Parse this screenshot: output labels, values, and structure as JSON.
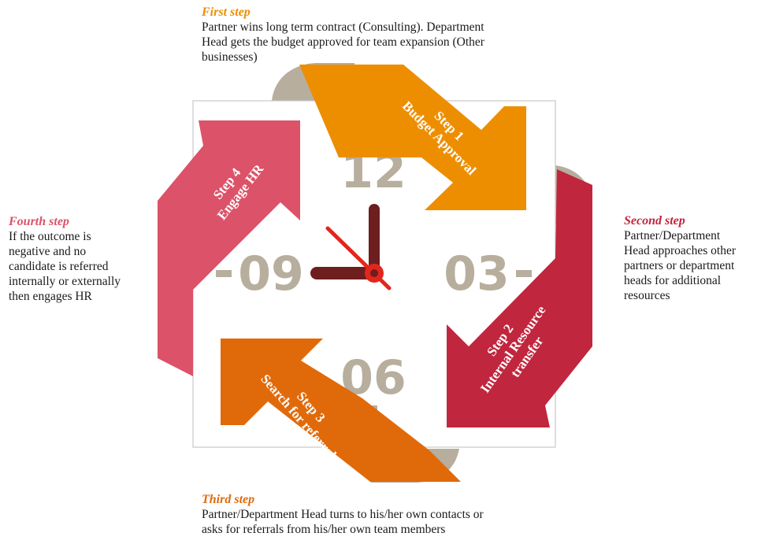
{
  "colors": {
    "step1": "#ed8e00",
    "step2": "#c0263d",
    "step3": "#e06a0a",
    "step4": "#dc5269",
    "ribbon": "#b7ae9d",
    "clock_hands": "#6e1e1e",
    "clock_second": "#e3261b"
  },
  "clock": {
    "n12": "12",
    "n03": "03",
    "n06": "06",
    "n09": "09"
  },
  "arrows": [
    {
      "line1": "Step 1",
      "line2": "Budget Approval",
      "icon": "arrow-down-right"
    },
    {
      "line1": "Step 2",
      "line2": "Internal Resource",
      "line3": "transfer",
      "icon": "arrow-down-left"
    },
    {
      "line1": "Step 3",
      "line2": "Search for referrals",
      "icon": "arrow-up-left"
    },
    {
      "line1": "Step 4",
      "line2": "Engage HR",
      "icon": "arrow-up-right"
    }
  ],
  "descriptions": {
    "first": {
      "title": "First step",
      "lines": [
        "Partner wins long term contract (Consulting). Department",
        "Head gets the budget approved for team expansion (Other",
        "businesses)"
      ]
    },
    "second": {
      "title": "Second step",
      "lines": [
        "Partner/Department",
        "Head approaches other",
        "partners or department",
        "heads for additional",
        "resources"
      ]
    },
    "third": {
      "title": "Third step",
      "lines": [
        "Partner/Department Head turns to his/her own contacts or",
        "asks for referrals from his/her own team members"
      ]
    },
    "fourth": {
      "title": "Fourth step",
      "lines": [
        "If the outcome is",
        "negative and no",
        "candidate is referred",
        "internally or externally",
        "then engages HR"
      ]
    }
  }
}
